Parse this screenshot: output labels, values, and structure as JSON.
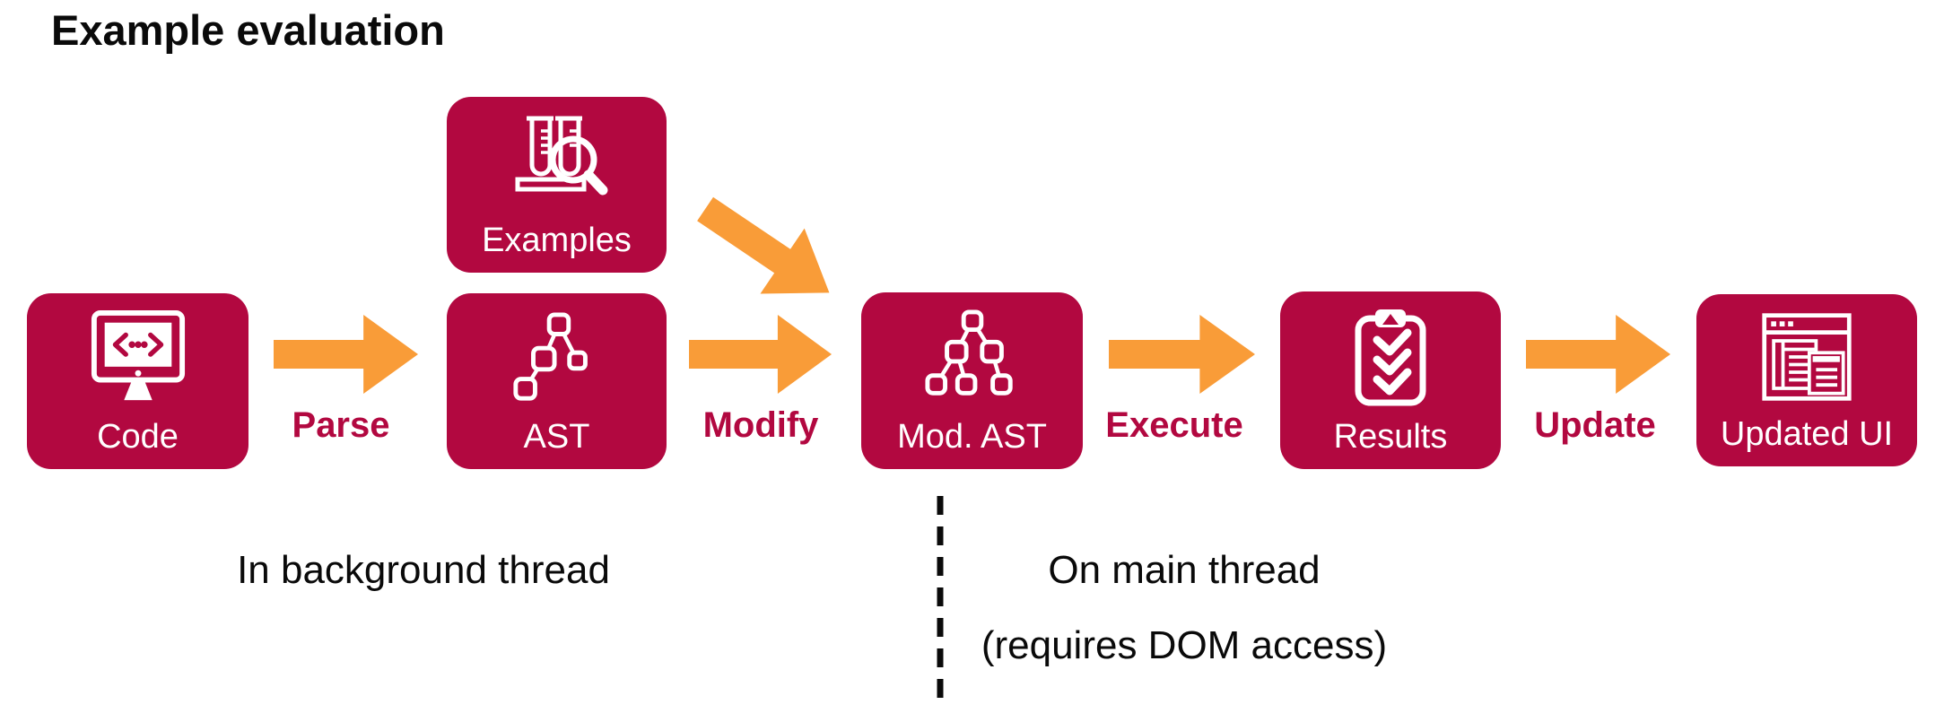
{
  "title": "Example evaluation",
  "colors": {
    "node_fill": "#B20840",
    "arrow": "#F99C38",
    "edge_label_text": "#B20840",
    "node_label_text": "#FFFFFF",
    "annotation_text": "#0A0A0A"
  },
  "nodes": [
    {
      "id": "code",
      "label": "Code",
      "icon": "code-monitor-icon"
    },
    {
      "id": "examples",
      "label": "Examples",
      "icon": "test-tubes-magnifier-icon"
    },
    {
      "id": "ast",
      "label": "AST",
      "icon": "syntax-tree-icon"
    },
    {
      "id": "mod-ast",
      "label": "Mod. AST",
      "icon": "modified-syntax-tree-icon"
    },
    {
      "id": "results",
      "label": "Results",
      "icon": "clipboard-checklist-icon"
    },
    {
      "id": "updated-ui",
      "label": "Updated UI",
      "icon": "browser-window-icon"
    }
  ],
  "edges": [
    {
      "label": "Parse",
      "from": "code",
      "to": "ast"
    },
    {
      "label": "Modify",
      "from": "ast",
      "to": "mod-ast"
    },
    {
      "label": "Execute",
      "from": "mod-ast",
      "to": "results"
    },
    {
      "label": "Update",
      "from": "results",
      "to": "updated-ui"
    },
    {
      "label": "",
      "from": "examples",
      "to": "mod-ast"
    }
  ],
  "annotations": {
    "background_thread": "In background thread",
    "main_thread_line1": "On main thread",
    "main_thread_line2": "(requires DOM access)"
  }
}
